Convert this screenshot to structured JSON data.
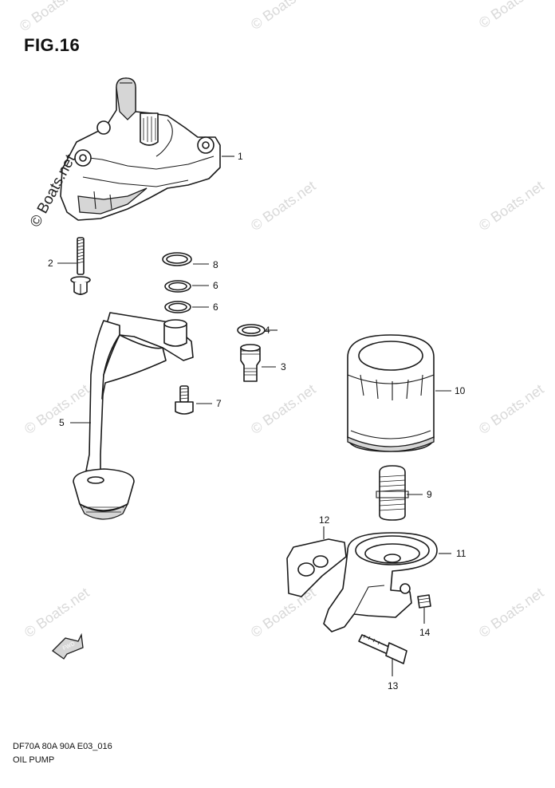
{
  "figure": {
    "title": "FIG.16",
    "code": "DF70A 80A 90A E03_016",
    "name": "OIL PUMP"
  },
  "watermark": "© Boats.net",
  "fwd_label": "FWD",
  "callouts": [
    {
      "id": "callout-1",
      "label": "1"
    },
    {
      "id": "callout-2",
      "label": "2"
    },
    {
      "id": "callout-8",
      "label": "8"
    },
    {
      "id": "callout-6a",
      "label": "6"
    },
    {
      "id": "callout-6b",
      "label": "6"
    },
    {
      "id": "callout-4",
      "label": "4"
    },
    {
      "id": "callout-3",
      "label": "3"
    },
    {
      "id": "callout-7",
      "label": "7"
    },
    {
      "id": "callout-5",
      "label": "5"
    },
    {
      "id": "callout-10",
      "label": "10"
    },
    {
      "id": "callout-9",
      "label": "9"
    },
    {
      "id": "callout-12",
      "label": "12"
    },
    {
      "id": "callout-11",
      "label": "11"
    },
    {
      "id": "callout-14",
      "label": "14"
    },
    {
      "id": "callout-13",
      "label": "13"
    }
  ]
}
